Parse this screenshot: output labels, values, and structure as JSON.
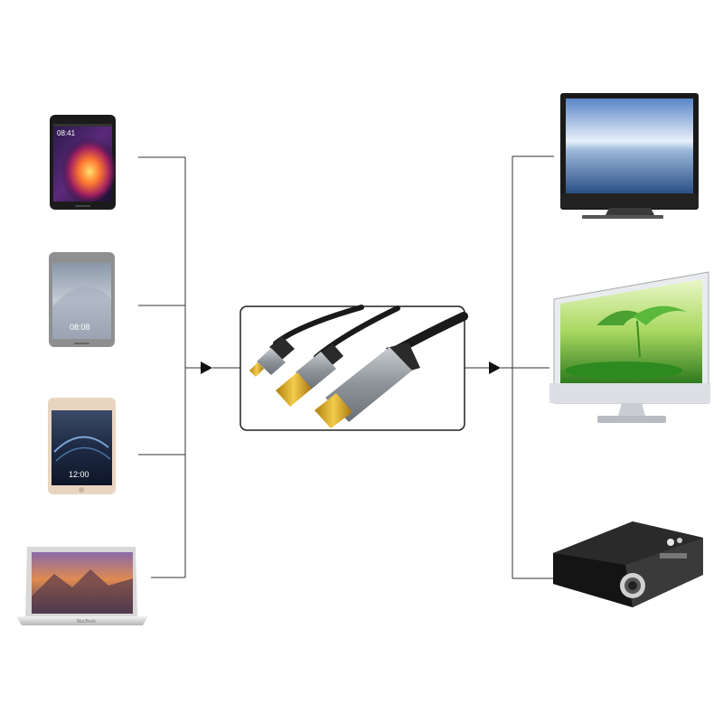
{
  "diagram": {
    "sources": [
      {
        "id": "phone-1",
        "kind": "smartphone",
        "screen_time": "08:41"
      },
      {
        "id": "phone-2",
        "kind": "smartphone",
        "screen_time": "08:08"
      },
      {
        "id": "phone-3",
        "kind": "smartphone",
        "screen_time": "12:00"
      },
      {
        "id": "laptop",
        "kind": "laptop",
        "brand_text": "MacBook"
      }
    ],
    "hub": {
      "kind": "cable-adapter",
      "connectors": [
        "type-c",
        "usb-a",
        "hdmi"
      ]
    },
    "targets": [
      {
        "id": "tv",
        "kind": "television"
      },
      {
        "id": "monitor",
        "kind": "desktop-monitor"
      },
      {
        "id": "projector",
        "kind": "projector"
      }
    ],
    "colors": {
      "line": "#333333",
      "arrow": "#111111",
      "gold": "#d8a51a",
      "cable": "#1a1a1a",
      "housing": "#9aa0a6"
    }
  }
}
